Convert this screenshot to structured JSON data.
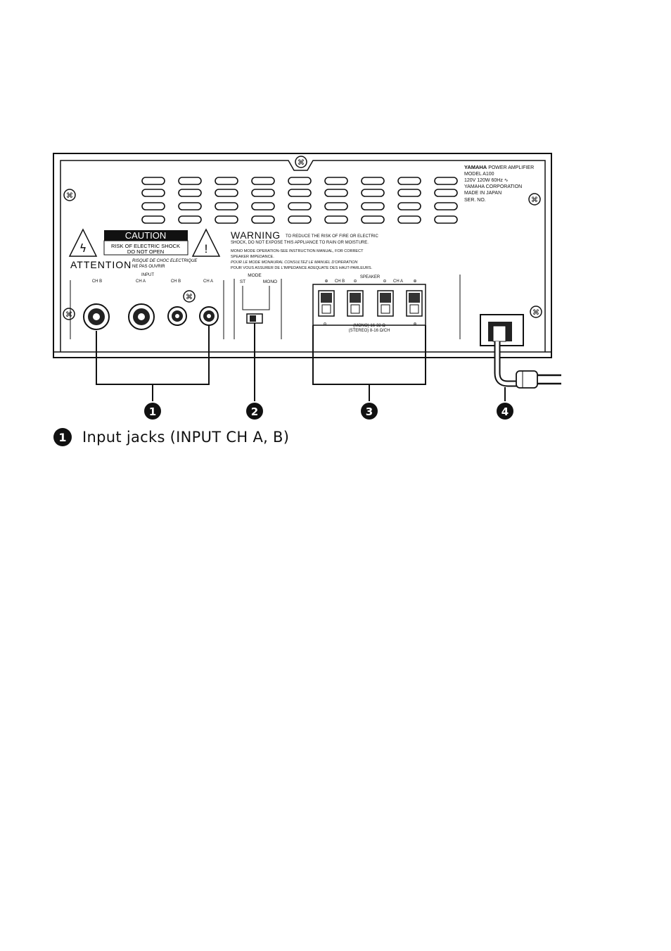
{
  "panel": {
    "brand": "YAMAHA",
    "product": "POWER AMPLIFIER",
    "model": "MODEL A100",
    "rating": "120V  120W  60Hz ∿",
    "maker": "YAMAHA CORPORATION",
    "origin": "MADE IN JAPAN",
    "serial": "SER. NO."
  },
  "caution": {
    "title": "CAUTION",
    "line1": "RISK OF ELECTRIC SHOCK",
    "line2": "DO NOT OPEN",
    "attention": "ATTENTION",
    "fr1": "RISQUE DE CHOC ELECTRIQUE",
    "fr2": "NE PAS OUVRIR"
  },
  "warning": {
    "title": "WARNING",
    "line1": "TO REDUCE THE RISK OF FIRE OR ELECTRIC",
    "line2": "SHOCK, DO NOT EXPOSE THIS APPLIANCE TO RAIN OR MOISTURE.",
    "line3": "MONO MODE OPERATION-SEE INSTRUCTION MANUAL, FOR CORRECT",
    "line4": "SPEAKER IMPEDANCE.",
    "line5": "POUR LE MODE MONAURAL CONSULTEZ LE MANUEL D'OPERATION",
    "line6": "POUR VOUS ASSURER DE L'IMPEDANCE ADEQUATE DES HAUT-PARLEURS."
  },
  "input": {
    "title": "INPUT",
    "labels": [
      "CH B",
      "CH A",
      "CH B",
      "CH A"
    ]
  },
  "mode": {
    "title": "MODE",
    "st": "ST",
    "mono": "MONO"
  },
  "speaker": {
    "title": "SPEAKER",
    "top_labels": [
      "⊕",
      "CH B",
      "⊖",
      "⊖",
      "CH A",
      "⊕"
    ],
    "minus": "⊖",
    "plus": "⊕",
    "mono_imp": "(MONO)   16-32 Ω",
    "stereo_imp": "(STEREO)  8-16 Ω/CH"
  },
  "callouts": [
    "1",
    "2",
    "3",
    "4"
  ],
  "caption": {
    "number": "1",
    "text": "Input jacks (INPUT CH A, B)"
  }
}
